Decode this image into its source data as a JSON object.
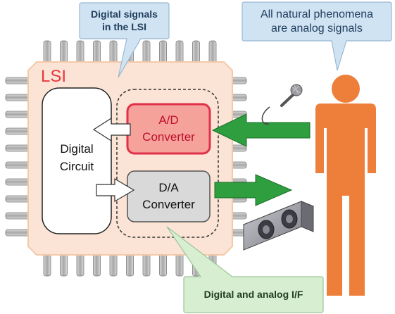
{
  "callouts": {
    "digital_signals": "Digital signals\nin the LSI",
    "natural_phenomena": "All natural phenomena\nare analog signals",
    "interface": "Digital and analog I/F"
  },
  "chip": {
    "label": "LSI",
    "digital_circuit": "Digital\nCircuit",
    "ad_converter": "A/D\nConverter",
    "da_converter": "D/A\nConverter"
  },
  "colors": {
    "chip_body": "#fbe4d5",
    "chip_border": "#f4c9a8",
    "lsi_label": "#e8383d",
    "ad_fill": "#f4a29a",
    "ad_border": "#e0304a",
    "da_fill": "#d9d9d9",
    "arrow_green": "#2e9e3e",
    "person": "#ee7f3b",
    "callout_blue": "#cfe3f3",
    "callout_green": "#d8eed0"
  },
  "icons": [
    "microphone-icon",
    "speaker-icon",
    "person-icon"
  ]
}
